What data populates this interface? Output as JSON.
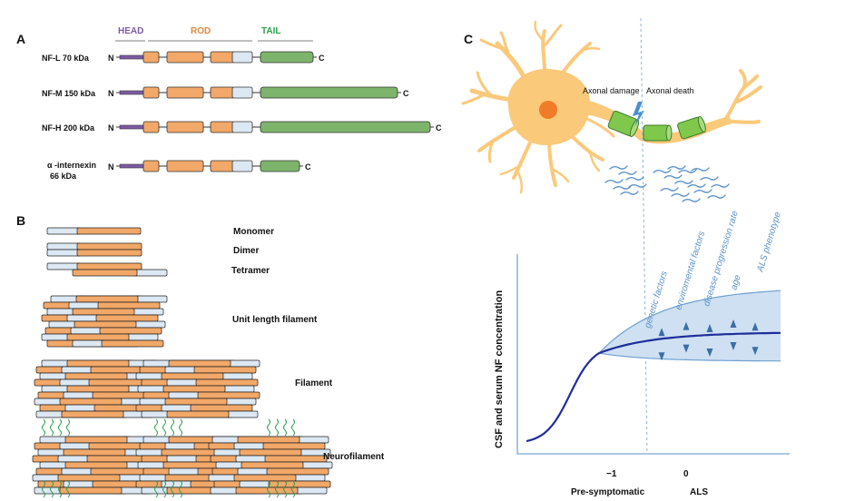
{
  "panels": {
    "a": "A",
    "b": "B",
    "c": "C"
  },
  "domain_headers": {
    "head": "HEAD",
    "rod": "ROD",
    "tail": "TAIL"
  },
  "colors": {
    "head": "#7e5aa6",
    "rod": "#e08a3c",
    "tail": "#2e9e4f",
    "rod_fill": "#f2a868",
    "light_fill": "#dce8f3",
    "tail_fill": "#7db46c",
    "neuron": "#fbc97a",
    "nucleus": "#f07b28",
    "axon_tube": "#7fc84c",
    "band": "#cfe0f2",
    "curve_dark": "#1f2e9a",
    "curve_light": "#6fa0d0",
    "annotation": "#5d93c8",
    "arrow": "#3a6ea5"
  },
  "proteins": [
    {
      "name": "NF-L 70 kDa",
      "n": "N",
      "c": "C"
    },
    {
      "name": "NF-M 150 kDa",
      "n": "N",
      "c": "C"
    },
    {
      "name": "NF-H 200 kDa",
      "n": "N",
      "c": "C"
    },
    {
      "name": "α -internexin",
      "name2": "66 kDa",
      "n": "N",
      "c": "C"
    }
  ],
  "assembly_stages": [
    "Monomer",
    "Dimer",
    "Tetramer",
    "Unit length filament",
    "Filament",
    "Neurofilament"
  ],
  "neuron": {
    "damage_label": "Axonal damage",
    "death_label": "Axonal death"
  },
  "graph": {
    "ylabel": "CSF and serum NF concentration",
    "ticks": [
      "−1",
      "0"
    ],
    "xlabels": [
      "Pre-symptomatic",
      "ALS"
    ],
    "factors": [
      "genetic factors",
      "enviromental factors",
      "disease progression rate",
      "age",
      "ALS phenotype"
    ]
  }
}
